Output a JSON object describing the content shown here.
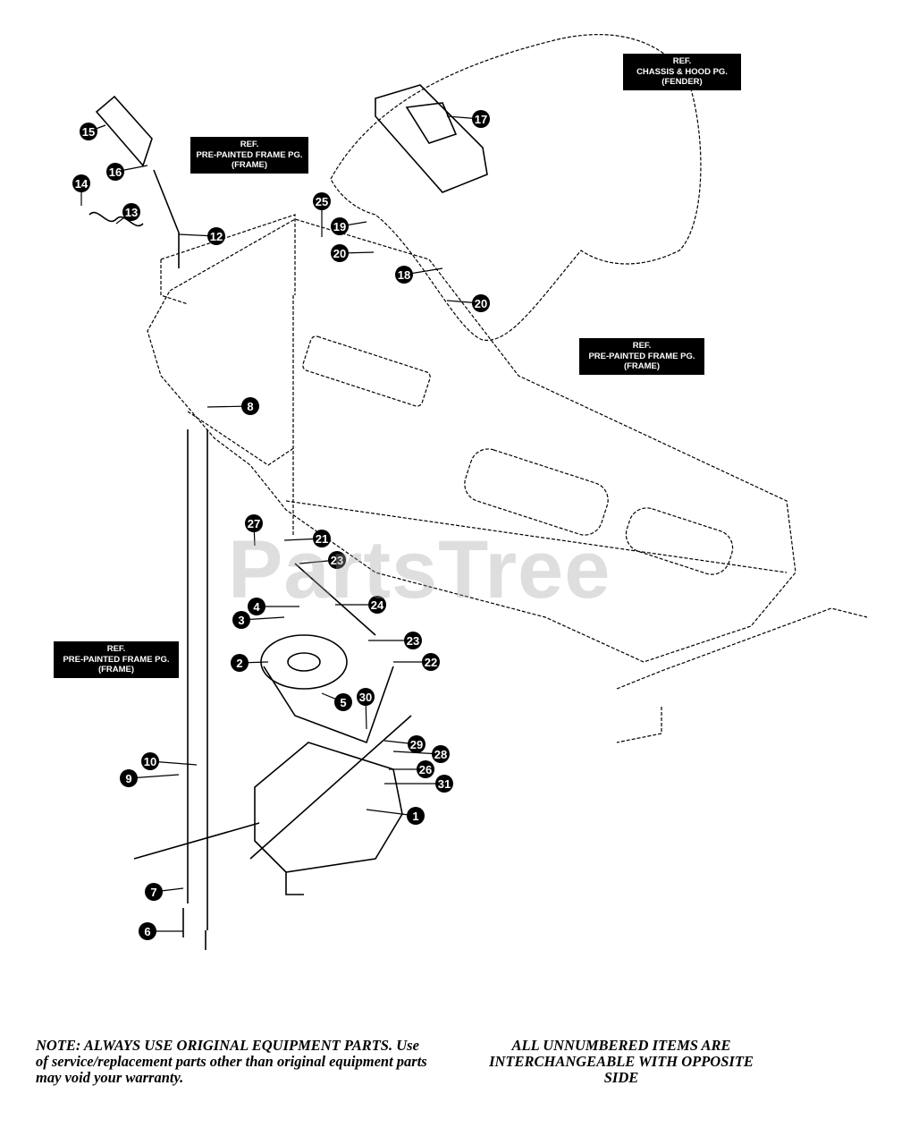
{
  "ref_labels": {
    "chassis_hood": [
      "REF.",
      "CHASSIS & HOOD PG.",
      "(FENDER)"
    ],
    "frame_top": [
      "REF.",
      "PRE-PAINTED FRAME PG.",
      "(FRAME)"
    ],
    "frame_right": [
      "REF.",
      "PRE-PAINTED FRAME PG.",
      "(FRAME)"
    ],
    "frame_left": [
      "REF.",
      "PRE-PAINTED FRAME PG.",
      "(FRAME)"
    ]
  },
  "watermark": "PartsTree",
  "callouts": [
    "1",
    "2",
    "3",
    "4",
    "5",
    "6",
    "7",
    "8",
    "9",
    "10",
    "12",
    "13",
    "14",
    "15",
    "16",
    "17",
    "18",
    "19",
    "20",
    "20",
    "21",
    "22",
    "23",
    "23",
    "24",
    "25",
    "26",
    "27",
    "28",
    "29",
    "30",
    "31"
  ],
  "notes": {
    "left": "NOTE: ALWAYS USE ORIGINAL EQUIPMENT PARTS. Use of service/replacement parts other than original equipment parts may void your warranty.",
    "right": "ALL UNNUMBERED ITEMS ARE INTERCHANGEABLE WITH OPPOSITE SIDE"
  }
}
